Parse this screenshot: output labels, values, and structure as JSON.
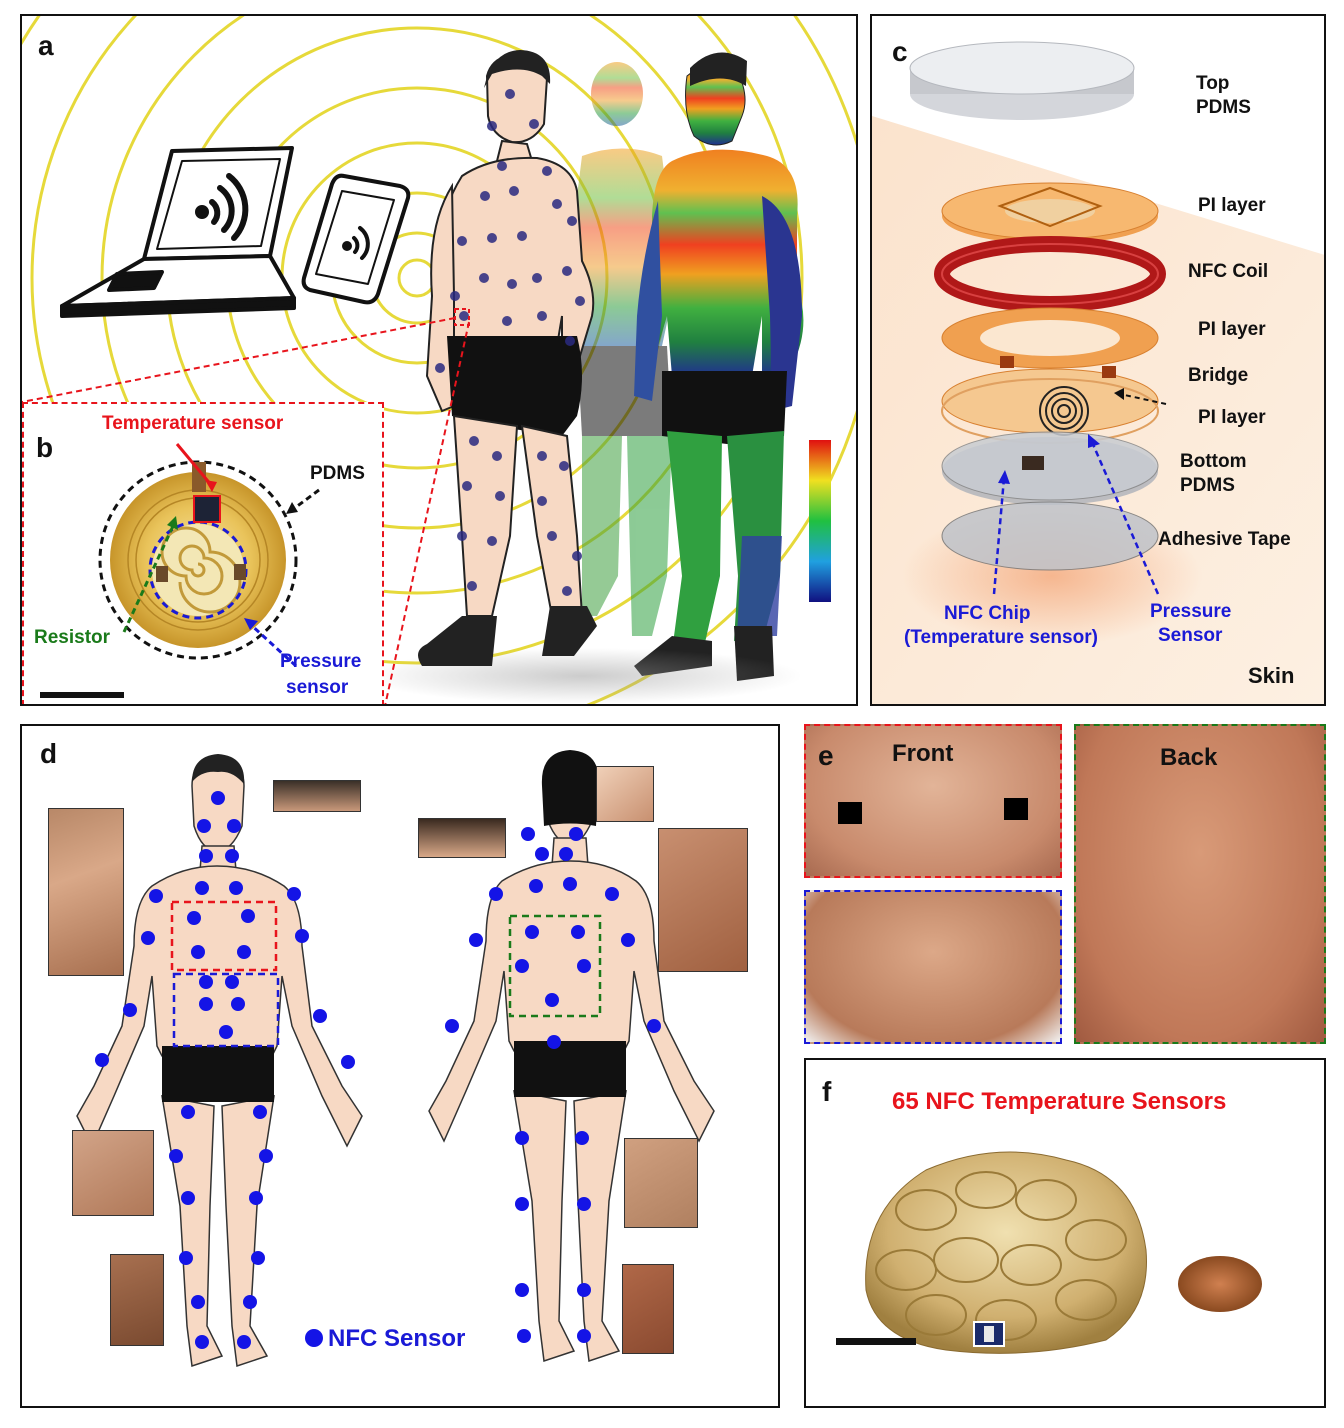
{
  "panels": {
    "a": {
      "letter": "a"
    },
    "b": {
      "letter": "b",
      "temperature_sensor": "Temperature sensor",
      "pdms": "PDMS",
      "resistor": "Resistor",
      "pressure_sensor_line1": "Pressure",
      "pressure_sensor_line2": "sensor"
    },
    "c": {
      "letter": "c",
      "layers": {
        "top_pdms_1": "Top",
        "top_pdms_2": "PDMS",
        "pi_layer_1": "PI layer",
        "nfc_coil": "NFC Coil",
        "pi_layer_2": "PI layer",
        "bridge": "Bridge",
        "pi_layer_3": "PI layer",
        "bottom_pdms_1": "Bottom",
        "bottom_pdms_2": "PDMS",
        "adhesive_tape": "Adhesive Tape"
      },
      "nfc_chip_1": "NFC Chip",
      "nfc_chip_2": "(Temperature sensor)",
      "pressure_1": "Pressure",
      "pressure_2": "Sensor",
      "skin": "Skin"
    },
    "d": {
      "letter": "d",
      "legend": "NFC Sensor"
    },
    "e": {
      "letter": "e",
      "front": "Front",
      "back": "Back"
    },
    "f": {
      "letter": "f",
      "title": "65 NFC Temperature Sensors"
    }
  },
  "colors": {
    "red_label": "#e8141c",
    "green_label": "#1a7a1a",
    "blue_label": "#1a1ad6",
    "sensor_dot": "#1414e6",
    "wave_ring": "#e6d93a",
    "skin": "#f7d9c4"
  }
}
